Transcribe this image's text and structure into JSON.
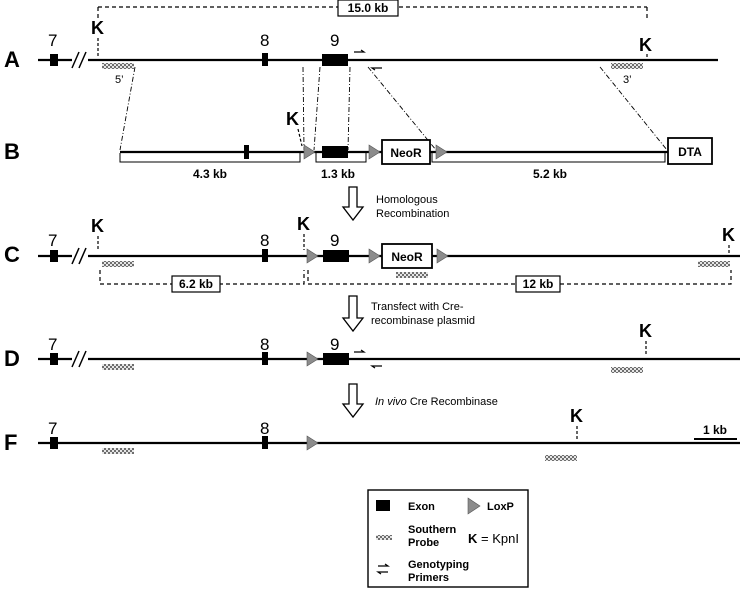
{
  "rows": {
    "A": "A",
    "B": "B",
    "C": "C",
    "D": "D",
    "F": "F"
  },
  "exons": {
    "e7": "7",
    "e8": "8",
    "e9": "9"
  },
  "kpn_site": "K",
  "probe_labels": {
    "five_prime": "5’",
    "three_prime": "3’"
  },
  "sizes": {
    "a_span": "15.0 kb",
    "b_left_arm": "4.3 kb",
    "b_middle": "1.3 kb",
    "b_right_arm": "5.2 kb",
    "c_left": "6.2 kb",
    "c_right": "12 kb"
  },
  "cassettes": {
    "neo": "NeoR",
    "dta": "DTA"
  },
  "steps": {
    "step1_line1": "Homologous",
    "step1_line2": "Recombination",
    "step2_line1": "Transfect with Cre-",
    "step2_line2": "recombinase plasmid",
    "step3_italic": "In vivo",
    "step3_rest": " Cre Recombinase"
  },
  "scale_bar": "1 kb",
  "legend": {
    "exon": "Exon",
    "loxp": "LoxP",
    "probe_line1": "Southern",
    "probe_line2": "Probe",
    "k_symbol": "K",
    "k_rest": " = KpnI",
    "primers_line1": "Genotyping",
    "primers_line2": "Primers"
  },
  "colors": {
    "line": "#000000",
    "loxp_fill": "#8c8c8c",
    "probe_fill": "#d9d9d9"
  }
}
